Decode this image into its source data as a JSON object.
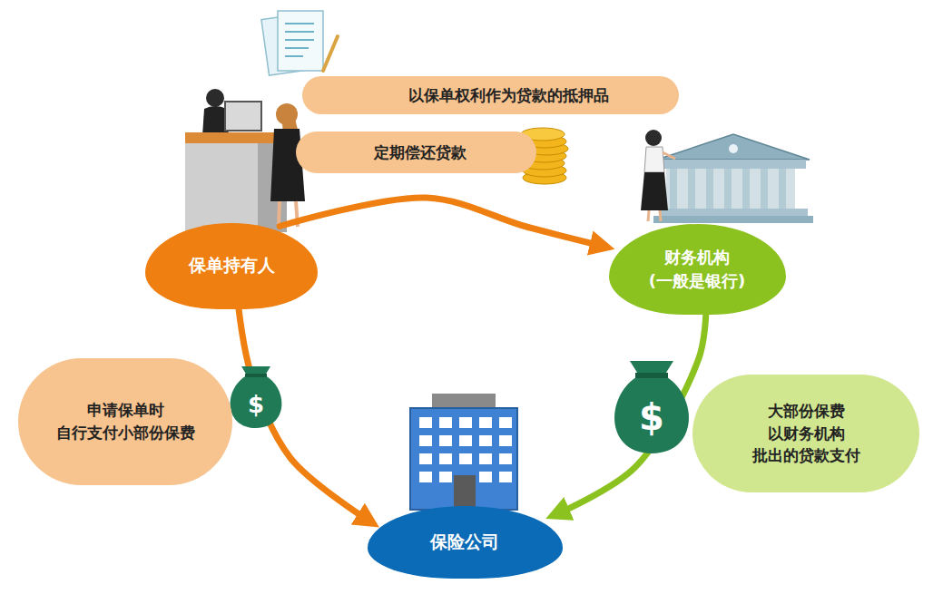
{
  "diagram": {
    "nodes": [
      {
        "text": [
          "以保单权利作为贷款的抵押品"
        ]
      },
      {
        "text": [
          "定期偿还贷款"
        ]
      },
      {
        "text": [
          "保单持有人"
        ]
      },
      {
        "text": [
          "财务机构 (一般是银行)"
        ]
      },
      {
        "text": [
          "申请保单时 自行支付小部份保费"
        ]
      },
      {
        "text": [
          "大部份保费 以财务机构 批出的贷款支付"
        ]
      },
      {
        "text": [
          "保险公司"
        ]
      }
    ],
    "edges": [
      {
        "from": 2,
        "to": 3,
        "arrow": "to"
      },
      {
        "from": 2,
        "to": 6,
        "arrow": "to"
      },
      {
        "from": 3,
        "to": 6,
        "arrow": "to"
      }
    ],
    "labels": [
      "$",
      "$"
    ]
  }
}
